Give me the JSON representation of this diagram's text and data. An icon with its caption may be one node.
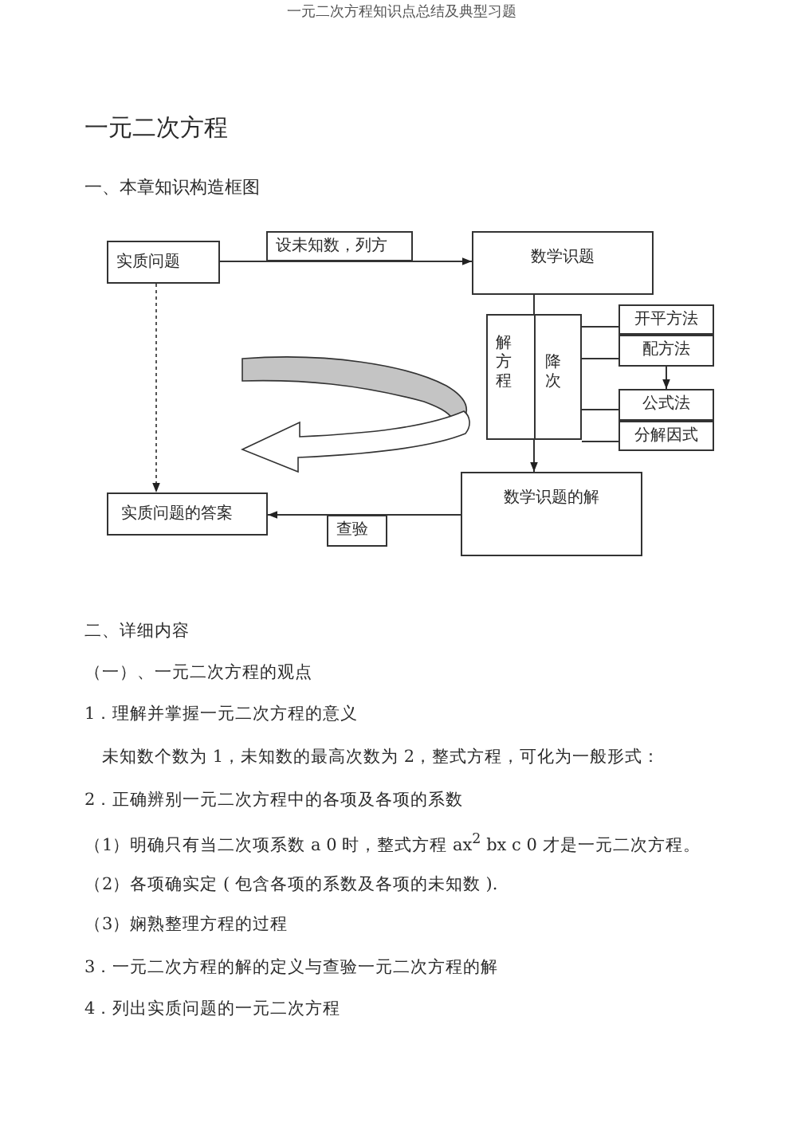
{
  "diagram": {
    "title": "一元二次方程",
    "nodes": [
      {
        "text": [
          "实质问题"
        ]
      },
      {
        "text": [
          "数学识题"
        ]
      },
      {
        "text": [
          "解方程",
          "降次"
        ]
      },
      {
        "text": [
          "开平方法"
        ]
      },
      {
        "text": [
          "配方法"
        ]
      },
      {
        "text": [
          "公式法"
        ]
      },
      {
        "text": [
          "分解因式"
        ]
      },
      {
        "text": [
          "数学识题的解"
        ]
      },
      {
        "text": [
          "实质问题的答案"
        ]
      }
    ],
    "edges": [
      {
        "from": 0,
        "to": 1,
        "arrow": "to",
        "label": "设未知数，列方"
      },
      {
        "from": 1,
        "to": 2,
        "arrow": "none"
      },
      {
        "from": 2,
        "to": 7,
        "arrow": "to"
      },
      {
        "from": 2,
        "to": 3,
        "arrow": "none"
      },
      {
        "from": 2,
        "to": 4,
        "arrow": "none"
      },
      {
        "from": 2,
        "to": 5,
        "arrow": "none"
      },
      {
        "from": 2,
        "to": 6,
        "arrow": "none"
      },
      {
        "from": 4,
        "to": 5,
        "arrow": "to"
      },
      {
        "from": 0,
        "to": 8,
        "arrow": "to",
        "style": "dashed"
      },
      {
        "from": 7,
        "to": 8,
        "arrow": "to",
        "label": "查验"
      }
    ],
    "labels": [
      "一元二次方程知识点总结及典型习题",
      "一、本章知识构造框图",
      "二、详细内容",
      "（一）、一元二次方程的观点",
      "1．理解并掌握一元二次方程的意义",
      "未知数个数为 1，未知数的最高次数为 2，整式方程，可化为一般形式：",
      "2．正确辨别一元二次方程中的各项及各项的系数",
      "（1）明确只有当二次项系数 a 0 时，整式方程 ax$^{2}$ bx c 0 才是一元二次方程。",
      "（2）各项确实定 ( 包含各项的系数及各项的未知数 ).",
      "（3）娴熟整理方程的过程",
      "3．一元二次方程的解的定义与查验一元二次方程的解",
      "4．列出实质问题的一元二次方程"
    ]
  }
}
